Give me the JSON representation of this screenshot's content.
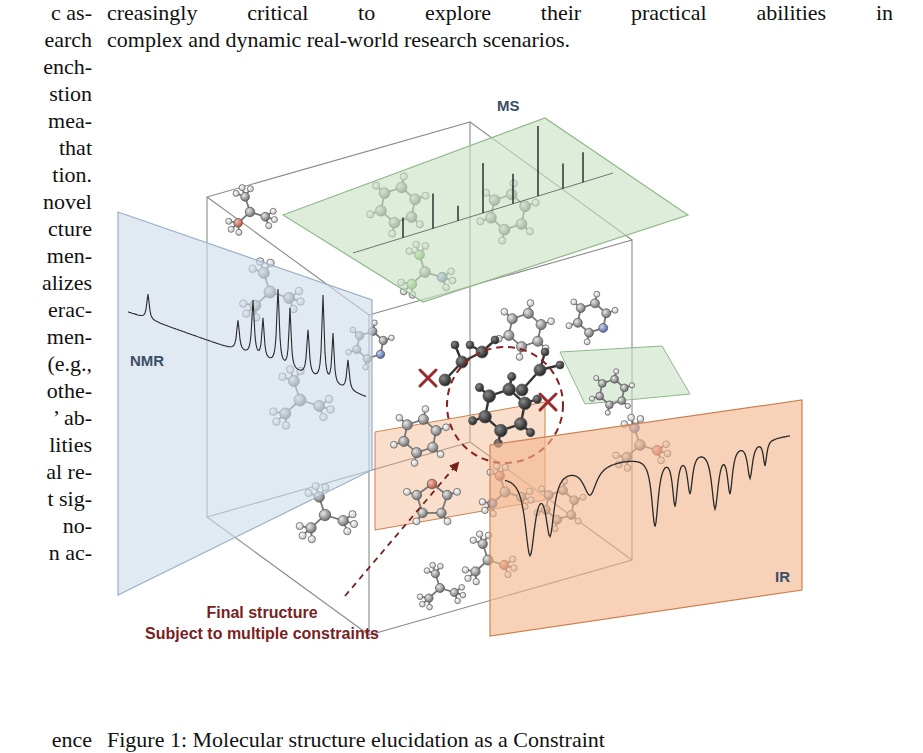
{
  "diagram": {
    "caption": "Figure 1: Molecular structure elucidation as a Constraint",
    "nodes": [
      {
        "text": [
          "NMR"
        ]
      },
      {
        "text": [
          "MS"
        ]
      },
      {
        "text": [
          "IR"
        ]
      }
    ],
    "labels": [
      "c as-",
      "earch",
      "ench-",
      "stion",
      "mea-",
      "that",
      "tion.",
      "novel",
      "cture",
      "men-",
      "alizes",
      "erac-",
      "men-",
      "(e.g.,",
      "othe-",
      "’ ab-",
      "lities",
      "al re-",
      "t sig-",
      "no-",
      "n ac-",
      "ence",
      "creasingly critical to explore their practical abilities in",
      "complex and dynamic real-world research scenarios.",
      "Final structure",
      "Subject to multiple constraints"
    ]
  }
}
